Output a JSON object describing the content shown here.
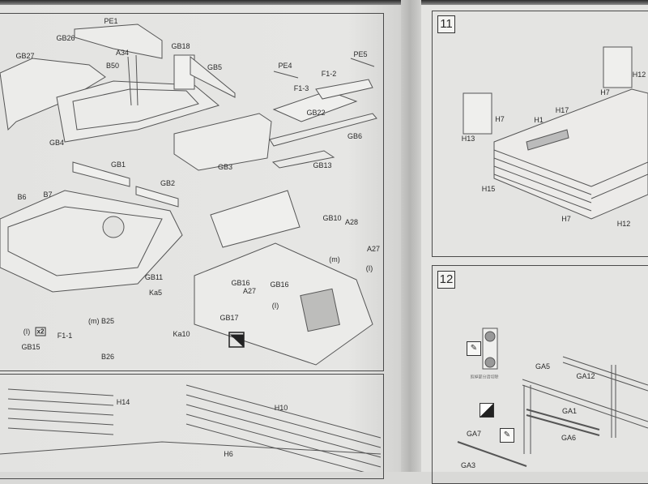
{
  "left_page": {
    "labels": {
      "pe1": "PE1",
      "gb26": "GB26",
      "gb27": "GB27",
      "a34": "A34",
      "gb18": "GB18",
      "b50": "B50",
      "gb5": "GB5",
      "pe4": "PE4",
      "pe5": "PE5",
      "f1_2": "F1-2",
      "f1_3": "F1-3",
      "gb22": "GB22",
      "gb6": "GB6",
      "gb4": "GB4",
      "gb3": "GB3",
      "gb13": "GB13",
      "gb1": "GB1",
      "gb2": "GB2",
      "b6": "B6",
      "b7": "B7",
      "gb10": "GB10",
      "a28": "A28",
      "a27": "A27",
      "m1": "(m)",
      "i1": "(I)",
      "gb11": "GB11",
      "gb16a": "GB16",
      "gb16b": "GB16",
      "a27b": "A27",
      "ka5": "Ka5",
      "gb17": "GB17",
      "i2": "(I)",
      "ka10": "Ka10",
      "m_b25": "(m) B25",
      "i3": "(I)",
      "x2": "x2",
      "f1_1": "F1-1",
      "gb15": "GB15",
      "b26": "B26"
    },
    "bottom_labels": {
      "h14": "H14",
      "h10": "H10",
      "h6": "H6"
    }
  },
  "right_page": {
    "step11": {
      "number": "11",
      "labels": {
        "h12a": "H12",
        "h7a": "H7",
        "h17": "H17",
        "h1": "H1",
        "h7b": "H7",
        "h13": "H13",
        "h15": "H15",
        "h7c": "H7",
        "h12b": "H12"
      }
    },
    "step12": {
      "number": "12",
      "labels": {
        "ga5": "GA5",
        "ga12": "GA12",
        "ga1": "GA1",
        "ga7": "GA7",
        "ga6": "GA6",
        "ga3": "GA3"
      },
      "note": "剪掉部分请切除"
    }
  }
}
